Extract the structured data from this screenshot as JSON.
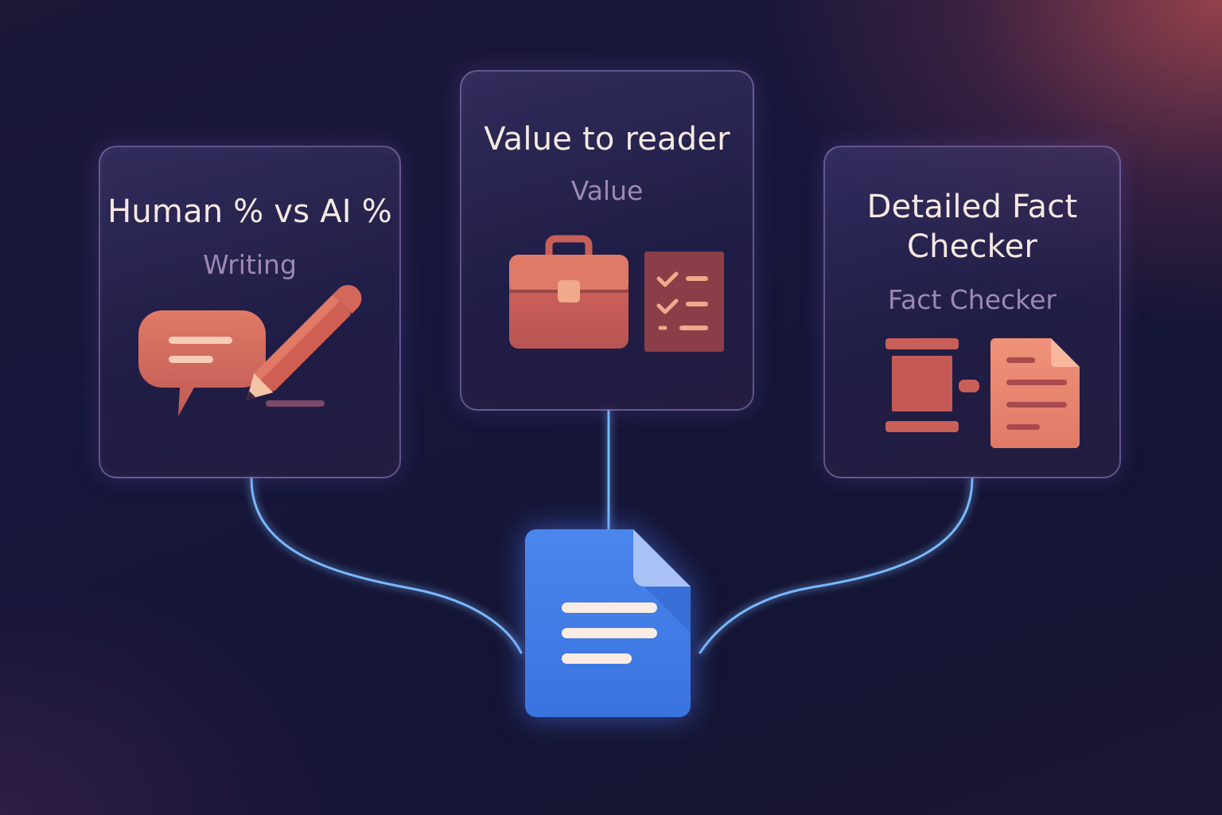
{
  "cards": {
    "writing": {
      "title": "Human % vs AI %",
      "subtitle": "Writing",
      "icons": [
        "speech-bubble-icon",
        "pencil-icon"
      ]
    },
    "value": {
      "title": "Value to reader",
      "subtitle": "Value",
      "icons": [
        "briefcase-icon",
        "checklist-icon"
      ]
    },
    "fact": {
      "title_line1": "Detailed Fact",
      "title_line2": "Checker",
      "subtitle": "Fact Checker",
      "icons": [
        "gavel-icon",
        "document-icon"
      ]
    }
  },
  "center_icon": "google-doc-icon",
  "colors": {
    "accent_coral": "#d8675d",
    "connector_blue": "#79b8ff",
    "doc_blue": "#3b78e7",
    "title_text": "#f6e9e2",
    "subtitle_text": "#9d88b4"
  }
}
